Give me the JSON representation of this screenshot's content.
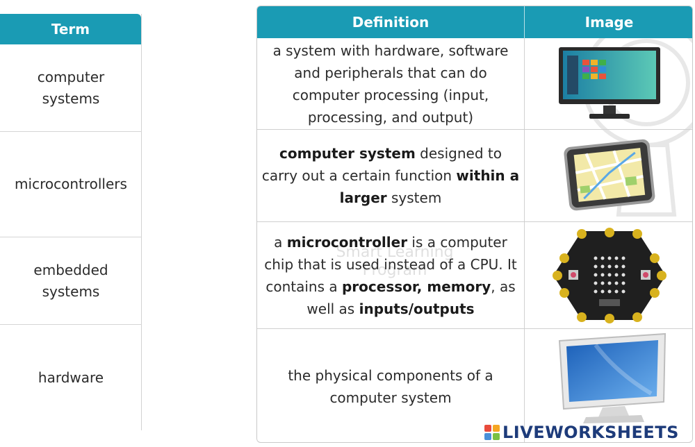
{
  "term_table": {
    "header": "Term",
    "terms": [
      "computer\nsystems",
      "microcontrollers",
      "embedded\nsystems",
      "hardware"
    ]
  },
  "definition_table": {
    "headers": {
      "definition": "Definition",
      "image": "Image"
    },
    "rows": [
      {
        "segments": [
          {
            "text": "a system with hardware, software and peripherals that can do computer processing (input, processing, and output)",
            "bold": false
          }
        ],
        "image_icon": "desktop-monitor-icon"
      },
      {
        "segments": [
          {
            "text": "computer system",
            "bold": true
          },
          {
            "text": " designed to carry out a certain function ",
            "bold": false
          },
          {
            "text": "within a larger",
            "bold": true
          },
          {
            "text": " system",
            "bold": false
          }
        ],
        "image_icon": "gps-navigator-icon"
      },
      {
        "segments": [
          {
            "text": "a ",
            "bold": false
          },
          {
            "text": "microcontroller",
            "bold": true
          },
          {
            "text": " is a computer chip that is used instead of a CPU. It contains a ",
            "bold": false
          },
          {
            "text": "processor, memory",
            "bold": true
          },
          {
            "text": ", as well as ",
            "bold": false
          },
          {
            "text": "inputs/outputs",
            "bold": true
          }
        ],
        "image_icon": "microcontroller-board-icon"
      },
      {
        "segments": [
          {
            "text": "the physical components of a computer system",
            "bold": false
          }
        ],
        "image_icon": "lcd-monitor-icon"
      }
    ]
  },
  "watermark_text": "Smart Learning Program",
  "logo": {
    "text": "LIVEWORKSHEETS",
    "colors": [
      "#e94b3c",
      "#f5a623",
      "#4a90d9",
      "#7ac143"
    ]
  },
  "colors": {
    "header_bg": "#1a9bb4",
    "header_text": "#ffffff"
  }
}
